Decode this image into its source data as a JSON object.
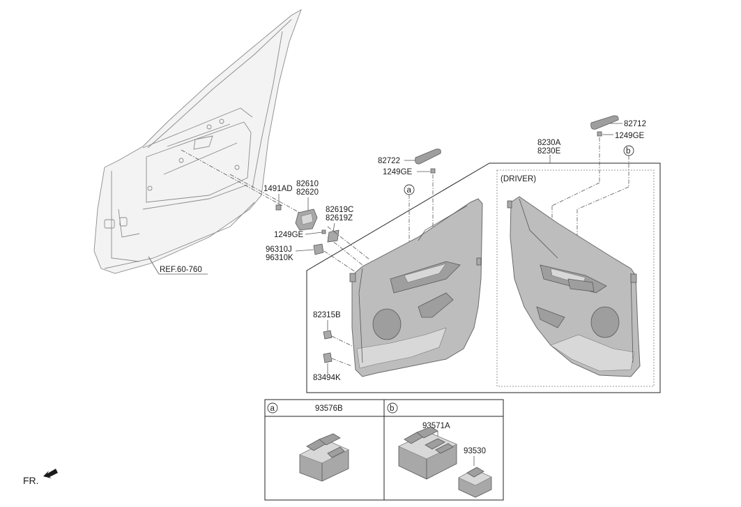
{
  "labels": {
    "p82610": "82610",
    "p82620": "82620",
    "p1491AD": "1491AD",
    "p82619C": "82619C",
    "p82619Z": "82619Z",
    "p1249GE_left": "1249GE",
    "p96310J": "96310J",
    "p96310K": "96310K",
    "ref": "REF.60-760",
    "p82722": "82722",
    "p1249GE_mid": "1249GE",
    "p82712": "82712",
    "p1249GE_right": "1249GE",
    "p8230A": "8230A",
    "p8230E": "8230E",
    "driver": "(DRIVER)",
    "p82315B": "82315B",
    "p83494K": "83494K",
    "callout_a": "a",
    "callout_b": "b",
    "p93576B": "93576B",
    "p93571A": "93571A",
    "p93530": "93530",
    "fr": "FR."
  },
  "colors": {
    "panel": "#bdbdbd",
    "line": "#555555"
  }
}
